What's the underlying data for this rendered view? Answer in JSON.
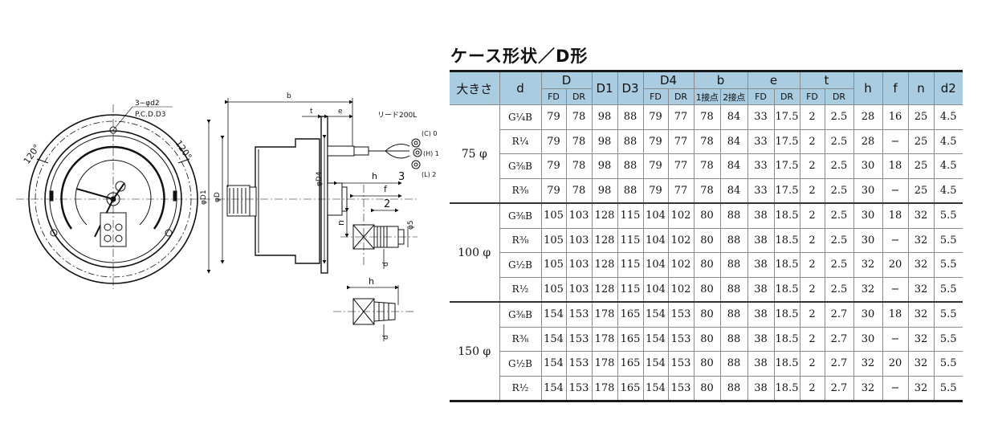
{
  "title": "ケース形状／D形",
  "drawing": {
    "labels": {
      "hole": "3−φd2",
      "pcd": "P.C.D.D3",
      "angle_left": "120°",
      "angle_right": "120°",
      "b": "b",
      "t": "t",
      "e": "e",
      "lead": "リード200L",
      "contact_c": "(C) 0",
      "contact_h": "(H) 1",
      "contact_l": "(L) 2",
      "d1": "φD1",
      "d": "φD",
      "d4": "φD4",
      "h": "h",
      "f": "f",
      "three": "3",
      "two": "2",
      "n": "n",
      "phi5": "φ5",
      "dd": "d",
      "h2": "h",
      "dd2": "d"
    }
  },
  "table": {
    "header1": {
      "size": "大きさ",
      "d": "d",
      "D": "D",
      "D1": "D1",
      "D3": "D3",
      "D4": "D4",
      "b": "b",
      "e": "e",
      "t": "t",
      "h": "h",
      "f": "f",
      "n": "n",
      "d2": "d2"
    },
    "header2": [
      "FD",
      "DR",
      "FD",
      "DR",
      "1接点",
      "2接点",
      "FD",
      "DR",
      "FD",
      "DR"
    ],
    "groups": [
      {
        "size": "75 φ",
        "rows": [
          [
            "G¼B",
            "79",
            "78",
            "98",
            "88",
            "79",
            "77",
            "78",
            "84",
            "33",
            "17.5",
            "2",
            "2.5",
            "28",
            "16",
            "25",
            "4.5"
          ],
          [
            "R¼",
            "79",
            "78",
            "98",
            "88",
            "79",
            "77",
            "78",
            "84",
            "33",
            "17.5",
            "2",
            "2.5",
            "28",
            "−",
            "25",
            "4.5"
          ],
          [
            "G⅜B",
            "79",
            "78",
            "98",
            "88",
            "79",
            "77",
            "78",
            "84",
            "33",
            "17.5",
            "2",
            "2.5",
            "30",
            "18",
            "25",
            "4.5"
          ],
          [
            "R⅜",
            "79",
            "78",
            "98",
            "88",
            "79",
            "77",
            "78",
            "84",
            "33",
            "17.5",
            "2",
            "2.5",
            "30",
            "−",
            "25",
            "4.5"
          ]
        ]
      },
      {
        "size": "100 φ",
        "rows": [
          [
            "G⅜B",
            "105",
            "103",
            "128",
            "115",
            "104",
            "102",
            "80",
            "88",
            "38",
            "18.5",
            "2",
            "2.5",
            "30",
            "18",
            "32",
            "5.5"
          ],
          [
            "R⅜",
            "105",
            "103",
            "128",
            "115",
            "104",
            "102",
            "80",
            "88",
            "38",
            "18.5",
            "2",
            "2.5",
            "30",
            "−",
            "32",
            "5.5"
          ],
          [
            "G½B",
            "105",
            "103",
            "128",
            "115",
            "104",
            "102",
            "80",
            "88",
            "38",
            "18.5",
            "2",
            "2.5",
            "32",
            "20",
            "32",
            "5.5"
          ],
          [
            "R½",
            "105",
            "103",
            "128",
            "115",
            "104",
            "102",
            "80",
            "88",
            "38",
            "18.5",
            "2",
            "2.5",
            "32",
            "−",
            "32",
            "5.5"
          ]
        ]
      },
      {
        "size": "150 φ",
        "rows": [
          [
            "G⅜B",
            "154",
            "153",
            "178",
            "165",
            "154",
            "153",
            "80",
            "88",
            "38",
            "18.5",
            "2",
            "2.7",
            "30",
            "18",
            "32",
            "5.5"
          ],
          [
            "R⅜",
            "154",
            "153",
            "178",
            "165",
            "154",
            "153",
            "80",
            "88",
            "38",
            "18.5",
            "2",
            "2.7",
            "30",
            "−",
            "32",
            "5.5"
          ],
          [
            "G½B",
            "154",
            "153",
            "178",
            "165",
            "154",
            "153",
            "80",
            "88",
            "38",
            "18.5",
            "2",
            "2.7",
            "32",
            "20",
            "32",
            "5.5"
          ],
          [
            "R½",
            "154",
            "153",
            "178",
            "165",
            "154",
            "153",
            "80",
            "88",
            "38",
            "18.5",
            "2",
            "2.7",
            "32",
            "−",
            "32",
            "5.5"
          ]
        ]
      }
    ]
  }
}
